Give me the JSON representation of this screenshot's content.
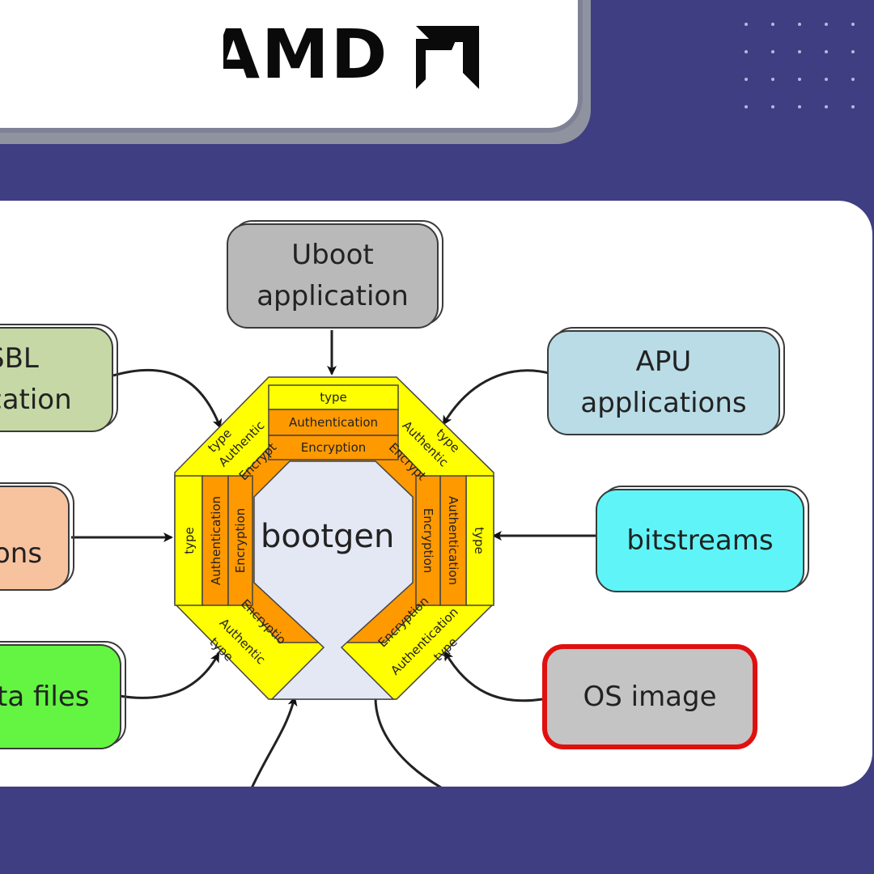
{
  "logo": {
    "text": "AMD"
  },
  "diagram": {
    "center_label": "bootgen",
    "sections": [
      {
        "id": "top",
        "type": "type",
        "authentication": "Authentication",
        "encryption": "Encryption"
      },
      {
        "id": "left",
        "type": "type",
        "authentication": "Authentication",
        "encryption": "Encryption"
      },
      {
        "id": "right",
        "type": "type",
        "authentication": "Authentication",
        "encryption": "Encryption"
      },
      {
        "id": "top-left",
        "type": "type",
        "authentication": "Authentic",
        "encryption": "Encrypt"
      },
      {
        "id": "top-right",
        "type": "type",
        "authentication": "Authentic",
        "encryption": "Encrypt"
      },
      {
        "id": "bottom-left",
        "type": "type",
        "authentication": "Authentic",
        "encryption": "Encryptio"
      },
      {
        "id": "bottom-right",
        "type": "type",
        "authentication": "Authentication",
        "encryption": "Encryption"
      }
    ],
    "nodes": {
      "uboot": {
        "line1": "Uboot",
        "line2": "application",
        "fill": "#b9b9b9"
      },
      "fsbl": {
        "line1": "SBL",
        "line2": "cation",
        "fill": "#c5d8a6"
      },
      "apu": {
        "line1": "APU",
        "line2": "applications",
        "fill": "#b9dce6"
      },
      "partitions": {
        "line1": "ons",
        "fill": "#f7c39f"
      },
      "bitstreams": {
        "line1": "bitstreams",
        "fill": "#5ff5f8"
      },
      "data_files": {
        "line1": "ta files",
        "fill": "#63f542"
      },
      "os_image": {
        "line1": "OS image",
        "fill": "#c4c4c4",
        "border": "#e01010"
      }
    }
  },
  "colors": {
    "background": "#3f3e82",
    "yellow": "#ffff00",
    "orange": "#ff9900",
    "core": "#e4e8f4"
  }
}
